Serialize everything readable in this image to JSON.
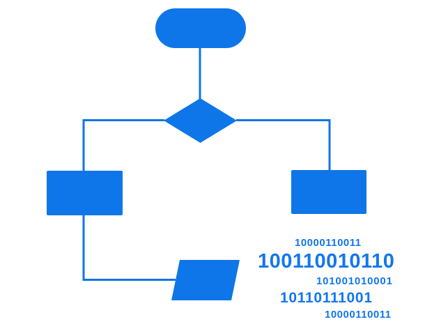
{
  "colors": {
    "shape_fill": "#0e76e8",
    "connector_stroke": "#0e76e8",
    "binary_text": "#1276ee",
    "background": "#ffffff"
  },
  "flowchart": {
    "shapes": [
      {
        "id": "terminator-start",
        "type": "stadium",
        "label": ""
      },
      {
        "id": "decision",
        "type": "diamond",
        "label": ""
      },
      {
        "id": "process-left",
        "type": "rectangle",
        "label": ""
      },
      {
        "id": "process-right",
        "type": "rectangle",
        "label": ""
      },
      {
        "id": "input-output",
        "type": "parallelogram",
        "label": ""
      }
    ]
  },
  "binary_labels": [
    {
      "text": "10000110011"
    },
    {
      "text": "100110010110"
    },
    {
      "text": "101001010001"
    },
    {
      "text": "10110111001"
    },
    {
      "text": "10000110011"
    }
  ]
}
